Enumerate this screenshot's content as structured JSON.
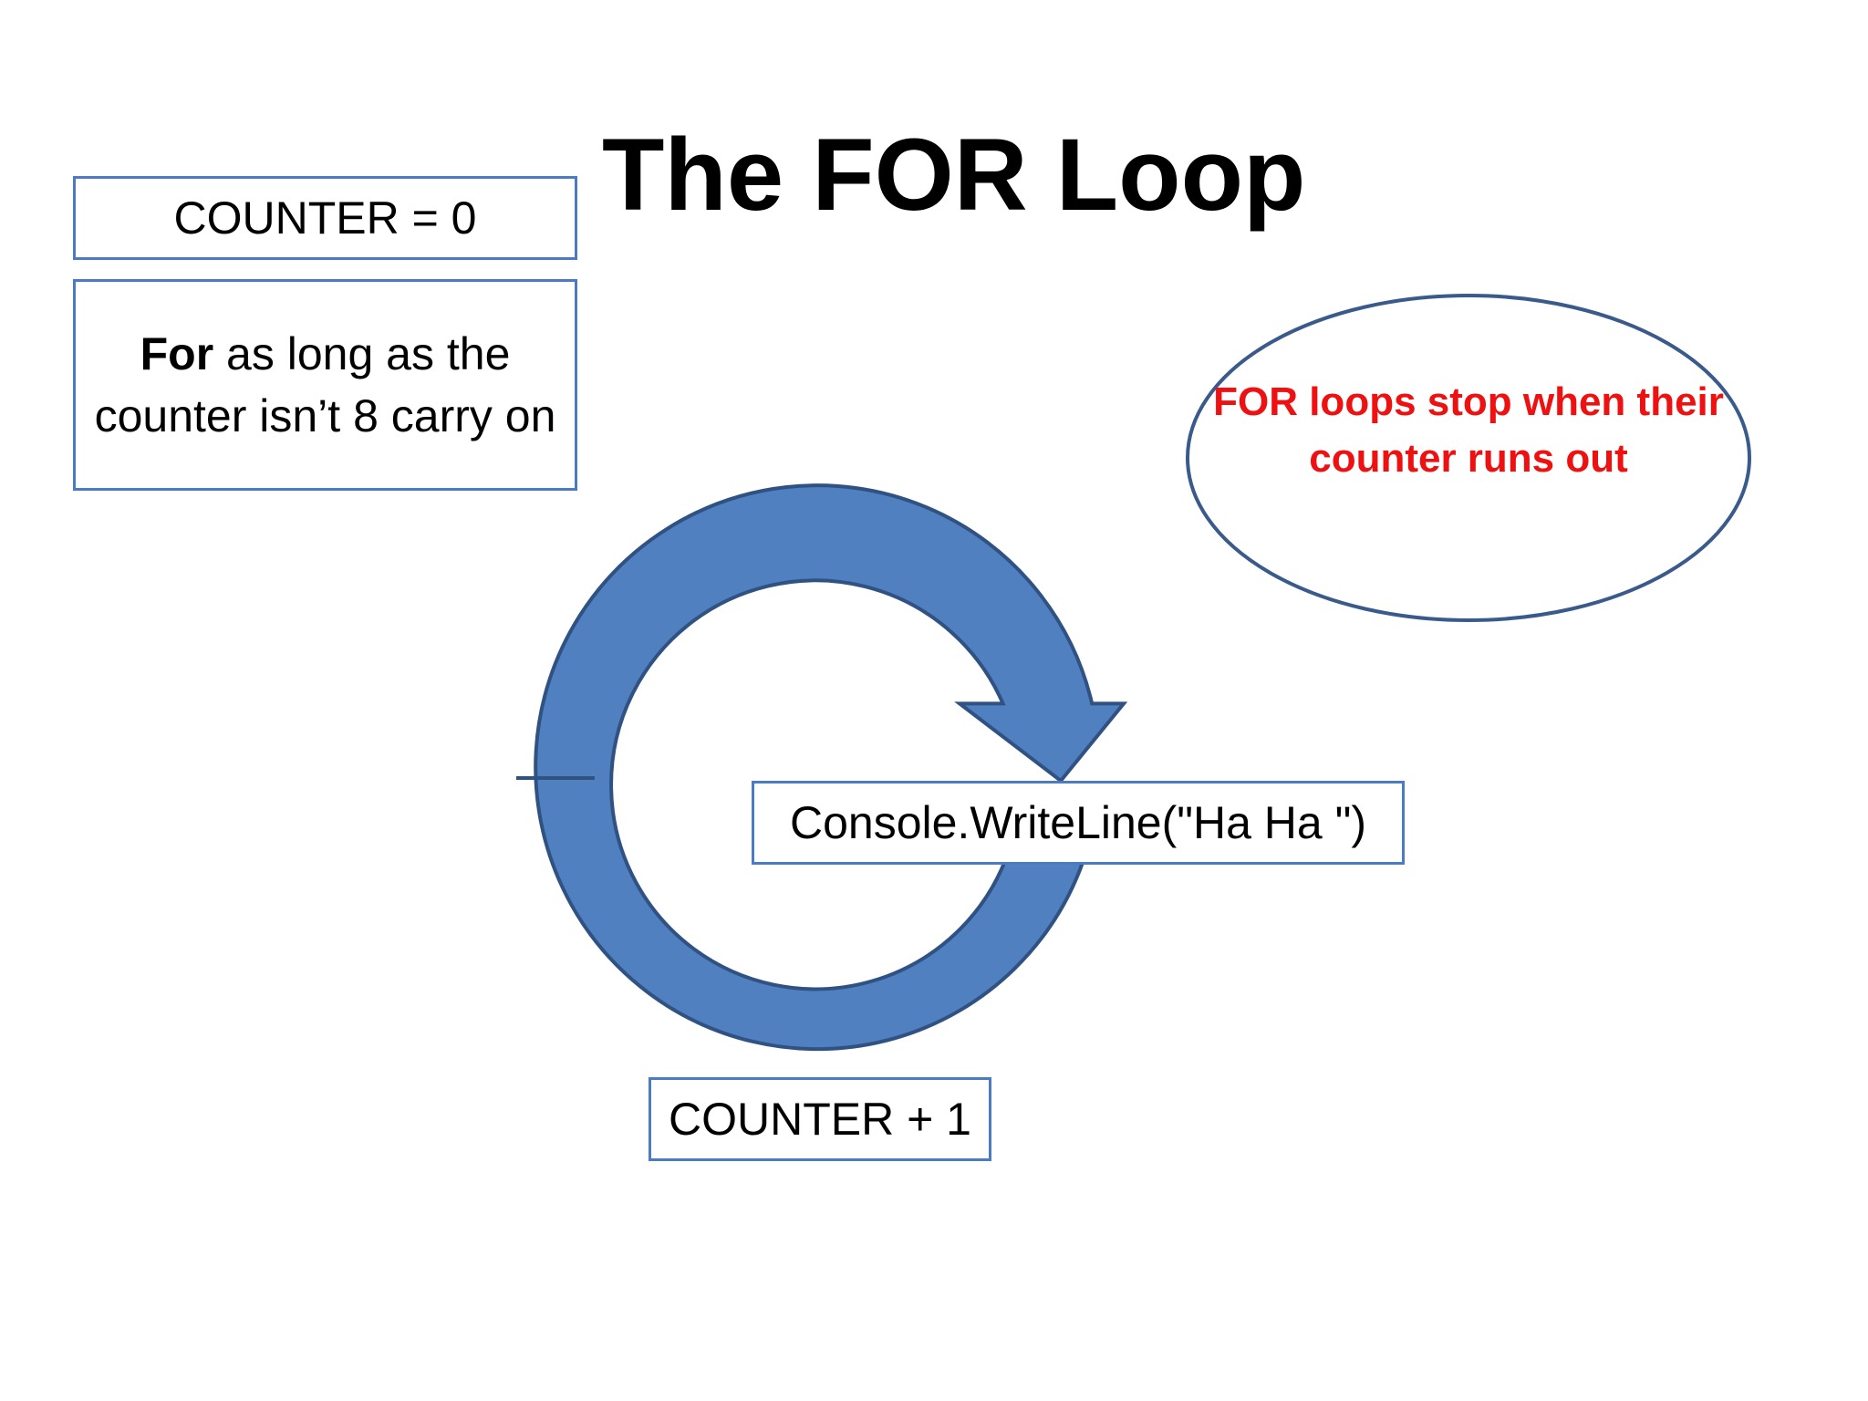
{
  "title": "The FOR Loop",
  "counter_init": "COUNTER = 0",
  "condition": {
    "keyword": "For",
    "rest": " as long as the counter isn’t 8 carry on"
  },
  "loop_body": "Console.WriteLine(\"Ha Ha \")",
  "increment": "COUNTER + 1",
  "note": "FOR loops stop when their counter runs out",
  "colors": {
    "arrow_fill": "#5080c0",
    "arrow_stroke": "#2f5283",
    "box_border": "#4a7bc4",
    "ellipse_stroke": "#3a5a8c",
    "note_text": "#ee1111"
  },
  "icons": {
    "loop_arrow": "circular-arrow-icon"
  }
}
